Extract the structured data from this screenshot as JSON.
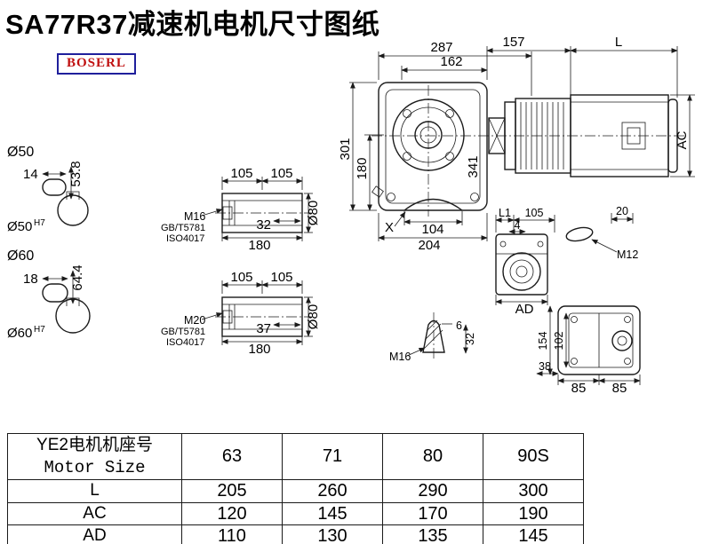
{
  "page": {
    "title": "SA77R37减速机电机尺寸图纸",
    "logo_text": "BOSERL"
  },
  "main_view": {
    "dim_287": "287",
    "dim_162": "162",
    "dim_157": "157",
    "dim_L": "L",
    "dim_301": "301",
    "dim_180": "180",
    "dim_341": "341",
    "dim_AC": "AC",
    "label_X": "X",
    "dim_104": "104",
    "dim_204": "204"
  },
  "shaft50": {
    "label_dia": "Ø50",
    "dim_key_width": "14",
    "dim_key_height": "53.8",
    "bore": "Ø50",
    "bore_tol": "H7"
  },
  "shaft60": {
    "label_dia": "Ø60",
    "dim_key_width": "18",
    "dim_key_height": "64.4",
    "bore": "Ø60",
    "bore_tol": "H7"
  },
  "hollow_shaft_m16": {
    "dim_105a": "105",
    "dim_105b": "105",
    "thread": "M16",
    "std_gb": "GB/T5781",
    "std_iso": "ISO4017",
    "dim_32": "32",
    "dim_180": "180",
    "dim_d80": "Ø80"
  },
  "hollow_shaft_m20": {
    "dim_105a": "105",
    "dim_105b": "105",
    "thread": "M20",
    "std_gb": "GB/T5781",
    "std_iso": "ISO4017",
    "dim_37": "37",
    "dim_180": "180",
    "dim_d80": "Ø80"
  },
  "side_view": {
    "dim_L1": "L1",
    "dim_105": "105",
    "dim_4": "4",
    "dim_AD": "AD"
  },
  "pin_detail": {
    "dim_20": "20",
    "thread": "M12"
  },
  "plug_detail": {
    "dim_6": "6",
    "dim_32": "32",
    "thread": "M16"
  },
  "bottom_view": {
    "dim_154": "154",
    "dim_102": "102",
    "dim_38": "38",
    "dim_85a": "85",
    "dim_85b": "85"
  },
  "table": {
    "header_cn": "YE2电机机座号",
    "header_en": "Motor Size",
    "sizes": [
      "63",
      "71",
      "80",
      "90S"
    ],
    "rows": [
      {
        "label": "L",
        "values": [
          "205",
          "260",
          "290",
          "300"
        ]
      },
      {
        "label": "AC",
        "values": [
          "120",
          "145",
          "170",
          "190"
        ]
      },
      {
        "label": "AD",
        "values": [
          "110",
          "130",
          "135",
          "145"
        ]
      }
    ]
  }
}
